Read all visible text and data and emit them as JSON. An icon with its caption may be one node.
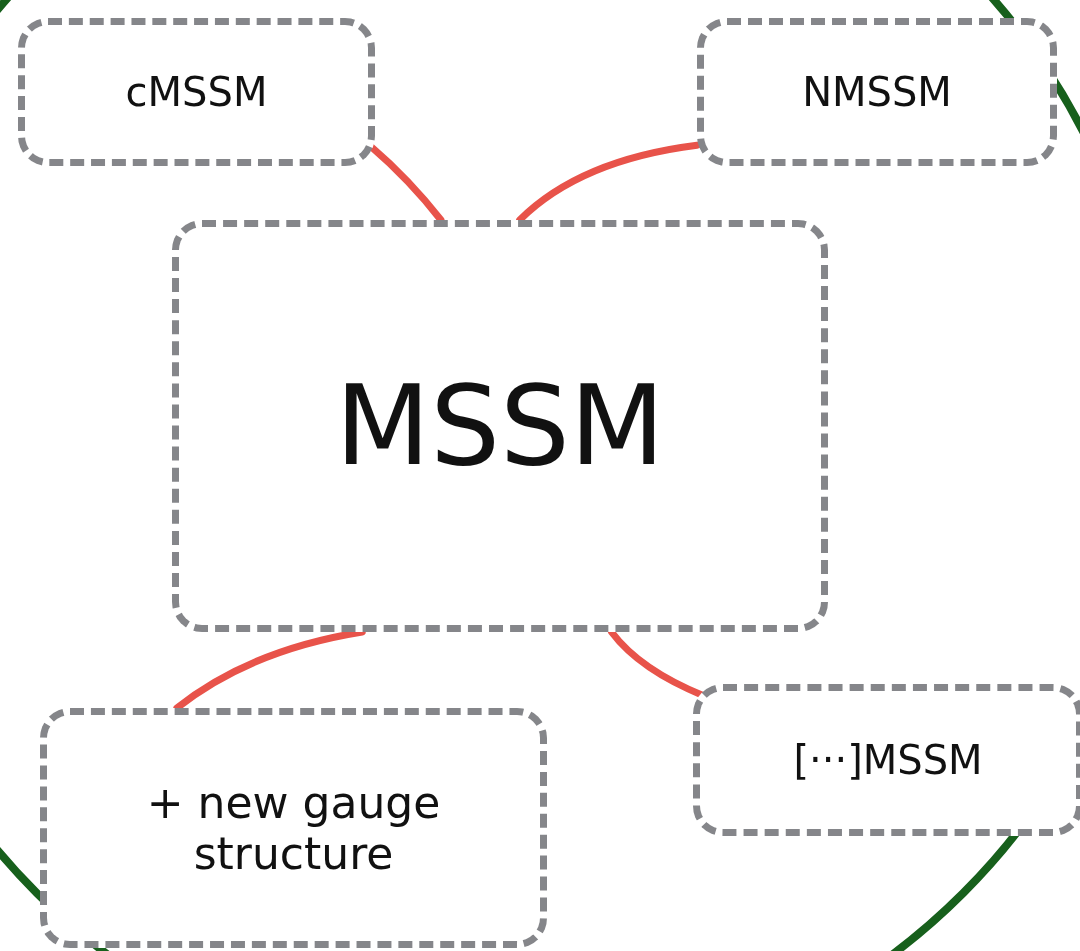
{
  "diagram": {
    "nodes": [
      {
        "text": [
          "cMSSM"
        ]
      },
      {
        "text": [
          "NMSSM"
        ]
      },
      {
        "text": [
          "MSSM"
        ]
      },
      {
        "text": [
          "+ new gauge structure"
        ]
      },
      {
        "text": [
          "[···]MSSM"
        ]
      }
    ],
    "edges": [
      {
        "from": 0,
        "to": 2,
        "arrow": "none"
      },
      {
        "from": 1,
        "to": 2,
        "arrow": "none"
      },
      {
        "from": 2,
        "to": 3,
        "arrow": "none"
      },
      {
        "from": 2,
        "to": 4,
        "arrow": "none"
      }
    ]
  }
}
